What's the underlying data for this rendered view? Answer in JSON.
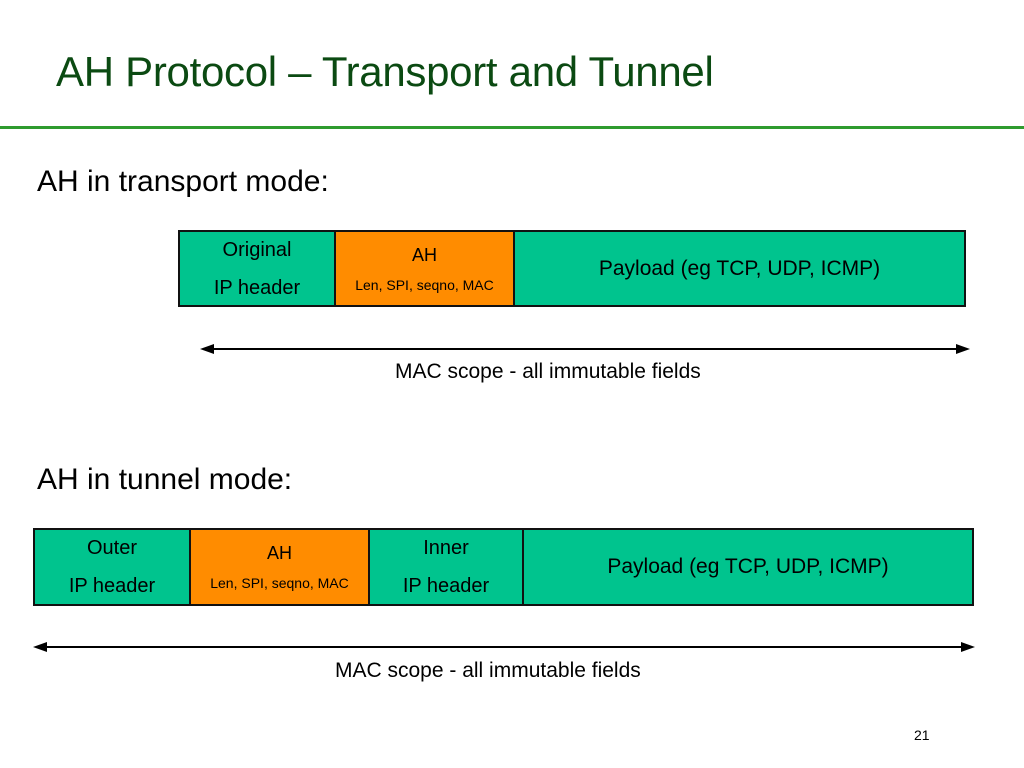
{
  "slide": {
    "title": "AH Protocol – Transport and Tunnel",
    "page_number": "21"
  },
  "colors": {
    "title": "#0b4a12",
    "rule": "#2f9b2f",
    "header_field": "#00c48e",
    "ah_field": "#ff8c00"
  },
  "transport": {
    "label": "AH in transport mode:",
    "fields": {
      "orig_ip_line1": "Original",
      "orig_ip_line2": "IP header",
      "ah_line1": "AH",
      "ah_line2": "Len, SPI, seqno, MAC",
      "payload": "Payload (eg TCP, UDP, ICMP)"
    },
    "scope": "MAC scope -  all immutable fields"
  },
  "tunnel": {
    "label": "AH in tunnel mode:",
    "fields": {
      "outer_ip_line1": "Outer",
      "outer_ip_line2": "IP header",
      "ah_line1": "AH",
      "ah_line2": "Len, SPI, seqno, MAC",
      "inner_ip_line1": "Inner",
      "inner_ip_line2": "IP header",
      "payload": "Payload (eg TCP, UDP, ICMP)"
    },
    "scope": "MAC scope -  all immutable fields"
  }
}
